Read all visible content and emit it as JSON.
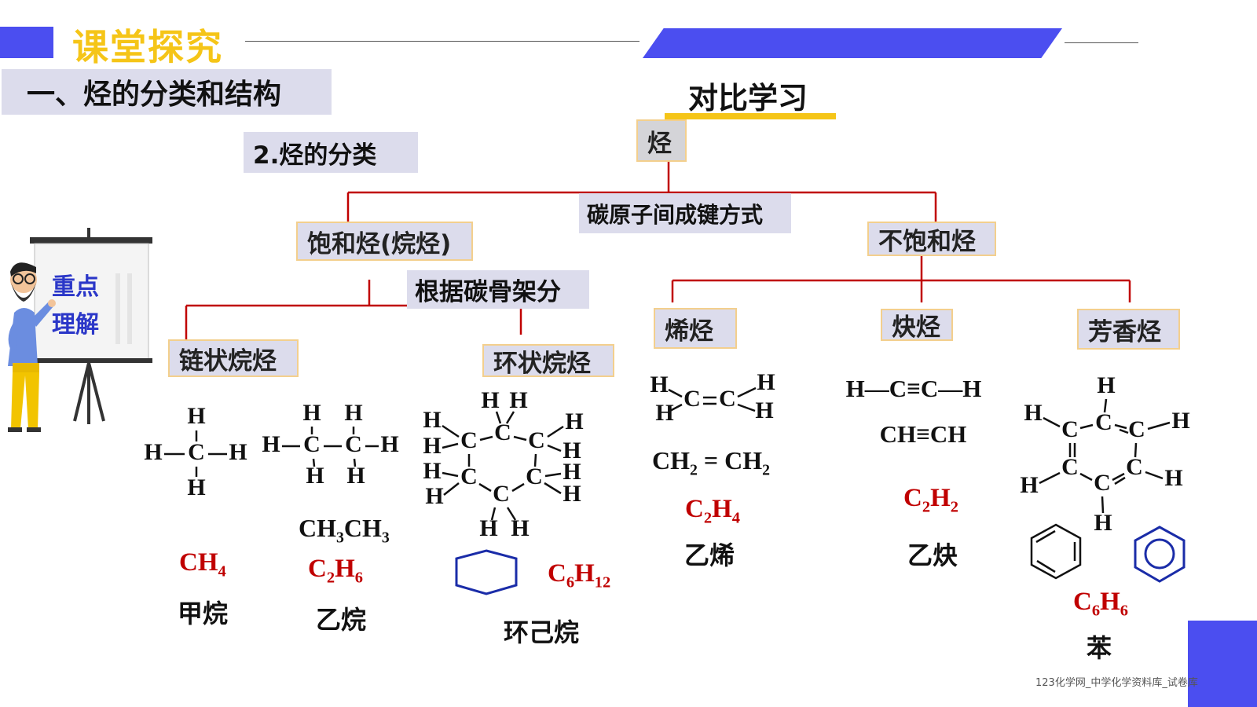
{
  "header": {
    "section_label": "课堂探究",
    "section_title": "一、烃的分类和结构",
    "compare_label": "对比学习",
    "subsection": "2.烃的分类"
  },
  "badge": {
    "line1": "重点",
    "line2": "理解"
  },
  "tree": {
    "root": "烃",
    "basis_bond": "碳原子间成键方式",
    "saturated": "饱和烃(烷烃)",
    "unsaturated": "不饱和烃",
    "basis_skeleton": "根据碳骨架分",
    "chain": "链状烷烃",
    "ring": "环状烷烃",
    "alkene": "烯烃",
    "alkyne": "炔烃",
    "aromatic": "芳香烃"
  },
  "compounds": {
    "methane": {
      "formula_base": [
        "C",
        "H"
      ],
      "formula_sub": [
        "",
        "4"
      ],
      "name": "甲烷"
    },
    "ethane": {
      "condensed": [
        "CH",
        "3",
        "CH",
        "3"
      ],
      "formula_base": [
        "C",
        "H"
      ],
      "formula_sub": [
        "2",
        "6"
      ],
      "name": "乙烷"
    },
    "cyclohexane": {
      "formula_base": [
        "C",
        "H"
      ],
      "formula_sub": [
        "6",
        "12"
      ],
      "name": "环己烷"
    },
    "ethylene": {
      "condensed": [
        "CH",
        "2",
        " = CH",
        "2"
      ],
      "formula_base": [
        "C",
        "H"
      ],
      "formula_sub": [
        "2",
        "4"
      ],
      "name": "乙烯"
    },
    "acetylene": {
      "structural": "H—C≡C—H",
      "condensed_text": "CH≡CH",
      "formula_base": [
        "C",
        "H"
      ],
      "formula_sub": [
        "2",
        "2"
      ],
      "name": "乙炔"
    },
    "benzene": {
      "formula_base": [
        "C",
        "H"
      ],
      "formula_sub": [
        "6",
        "6"
      ],
      "name": "苯"
    }
  },
  "atoms": {
    "carbon": "C",
    "hydrogen": "H"
  },
  "footer": {
    "watermark": "123化学网_中学化学资料库_试卷库"
  },
  "colors": {
    "accent_blue": "#4b4ef0",
    "title_yellow": "#f5c518",
    "tree_red": "#c00000",
    "box_fill": "#dcdcec",
    "box_border": "#f3cf8d"
  }
}
